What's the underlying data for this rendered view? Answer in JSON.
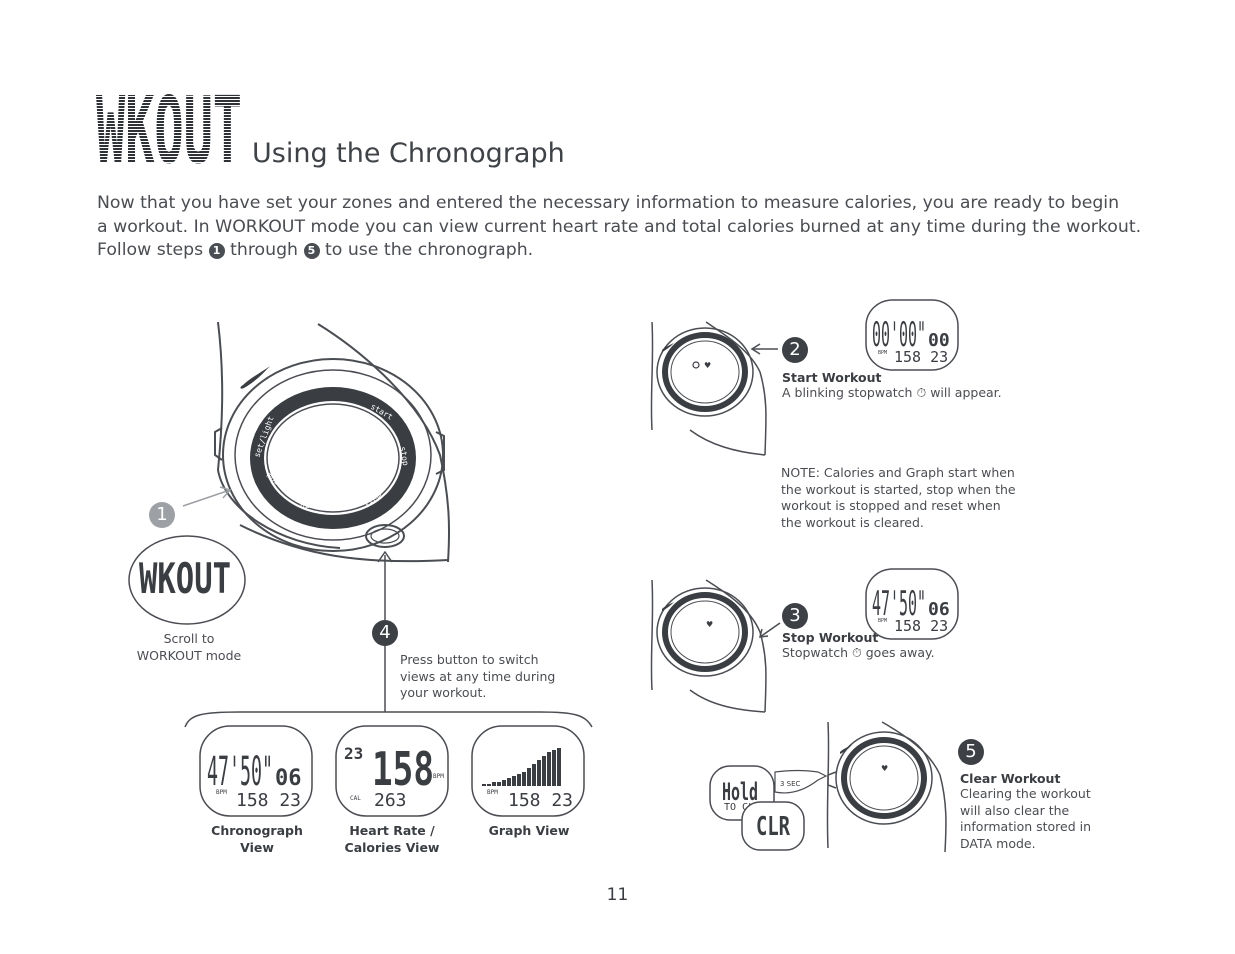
{
  "header": {
    "mode_logo_text": "WKOUT",
    "title": "Using the Chronograph"
  },
  "intro": {
    "line1": "Now that you have set your zones and entered the necessary information to measure calories, you are ready to begin",
    "line2": "a workout. In WORKOUT mode you can view current heart rate and total calories burned at any time during the workout.",
    "line3_a": "Follow steps",
    "step_from": "1",
    "line3_b": "through",
    "step_to": "5",
    "line3_c": "to use the chronograph."
  },
  "watch_labels": {
    "set_light": "set/light",
    "start": "start",
    "stop": "stop",
    "view": "view",
    "mode": "mode",
    "water": "h2O 50m"
  },
  "step1": {
    "number": "1",
    "display": "WKOUT",
    "caption_line1": "Scroll to",
    "caption_line2": "WORKOUT mode"
  },
  "step4": {
    "number": "4",
    "text_line1": "Press button to switch",
    "text_line2": "views at any time during",
    "text_line3": "your workout."
  },
  "views": [
    {
      "caption_line1": "Chronograph",
      "caption_line2": "View",
      "main": "47'50\"",
      "suffix": "06",
      "unit": "BPM",
      "bottom": "158  23"
    },
    {
      "caption_line1": "Heart Rate /",
      "caption_line2": "Calories View",
      "top_left": "23",
      "main": "158",
      "unit_right": "BPM",
      "unit_left": "CAL",
      "bottom": "263"
    },
    {
      "caption_line1": "Graph View",
      "unit": "BPM",
      "bottom": "158  23"
    }
  ],
  "step2": {
    "number": "2",
    "title": "Start Workout",
    "text_before": "A blinking stopwatch",
    "text_after": "will appear.",
    "display_main": "00'00\"",
    "display_suffix": "00",
    "display_unit": "BPM",
    "display_bottom": "158  23"
  },
  "note": {
    "line1": "NOTE: Calories and Graph start when",
    "line2": "the workout is started, stop when the",
    "line3": "workout is stopped and reset when",
    "line4": "the workout is cleared."
  },
  "step3": {
    "number": "3",
    "title": "Stop Workout",
    "text_before": "Stopwatch",
    "text_after": "goes away.",
    "display_main": "47'50\"",
    "display_suffix": "06",
    "display_unit": "BPM",
    "display_bottom": "158  23"
  },
  "step5": {
    "number": "5",
    "title": "Clear Workout",
    "line1": "Clearing the workout",
    "line2": "will also clear the",
    "line3": "information stored in",
    "line4": "DATA mode.",
    "hold_label": "3 SEC",
    "display_hold": "Hold",
    "display_to_clr": "TO CLR",
    "display_clr": "CLR"
  },
  "page_number": "11",
  "colors": {
    "text": "#3a3d42",
    "circle_dark": "#3d4045",
    "circle_light": "#9da0a5",
    "line": "#4a4d52"
  }
}
